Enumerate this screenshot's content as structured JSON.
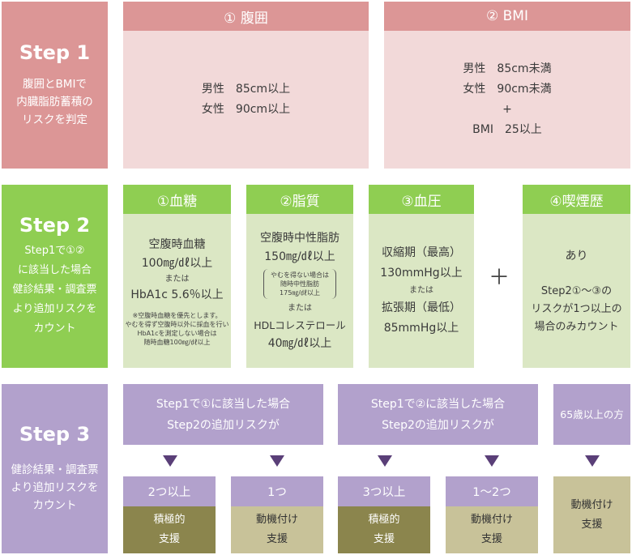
{
  "step1": {
    "title": "Step 1",
    "desc": [
      "腹囲とBMIで",
      "内臓脂肪蓄積の",
      "リスクを判定"
    ],
    "waist": {
      "header": "① 腹囲",
      "lines": [
        "男性　85cm以上",
        "女性　90cm以上"
      ]
    },
    "bmi": {
      "header": "② BMI",
      "lines": [
        "男性　85cm未満",
        "女性　90cm未満",
        "+",
        "BMI　25以上"
      ]
    }
  },
  "step2": {
    "title": "Step 2",
    "desc": [
      "Step1で①②",
      "に該当した場合",
      "健診結果・調査票",
      "より追加リスクを",
      "カウント"
    ],
    "sugar": {
      "header": "①血糖",
      "lines": [
        "空腹時血糖",
        "100㎎/㎗以上",
        "または",
        "HbA1c 5.6％以上"
      ],
      "notes": [
        "※空腹時血糖を優先とします。",
        "やむを得ず空腹時以外に採血を行い",
        "HbA1cを測定しない場合は",
        "随時血糖100㎎/㎗以上"
      ]
    },
    "lipid": {
      "header": "②脂質",
      "lines": [
        "空腹時中性脂肪",
        "150㎎/㎗以上"
      ],
      "bracket": [
        "やむを得ない場合は",
        "随時中性脂肪",
        "175㎎/㎗以上"
      ],
      "lines2": [
        "または",
        "HDLコレステロール",
        "40㎎/㎗以上"
      ]
    },
    "pressure": {
      "header": "③血圧",
      "lines": [
        "収縮期（最高）",
        "130mmHg以上",
        "または",
        "拡張期（最低）",
        "85mmHg以上"
      ]
    },
    "plus": "＋",
    "smoking": {
      "header": "④喫煙歴",
      "lines": [
        "あり"
      ],
      "lines2": [
        "Step2①～③の",
        "リスクが1つ以上の",
        "場合のみカウント"
      ]
    }
  },
  "step3": {
    "title": "Step 3",
    "desc": [
      "健診結果・調査票",
      "より追加リスクを",
      "カウント"
    ],
    "group1": [
      "Step1で①に該当した場合",
      "Step2の追加リスクが"
    ],
    "group2": [
      "Step1で②に該当した場合",
      "Step2の追加リスクが"
    ],
    "group3": [
      "65歳以上の方"
    ],
    "results": [
      {
        "count": "2つ以上",
        "support": [
          "積極的",
          "支援"
        ]
      },
      {
        "count": "1つ",
        "support": [
          "動機付け",
          "支援"
        ]
      },
      {
        "count": "3つ以上",
        "support": [
          "積極的",
          "支援"
        ]
      },
      {
        "count": "1～2つ",
        "support": [
          "動機付け",
          "支援"
        ]
      },
      {
        "count": "",
        "support": [
          "動機付け",
          "支援"
        ]
      }
    ]
  },
  "colors": {
    "step1_dark": "#dc9696",
    "step1_light": "#f2d9d9",
    "step2_dark": "#8fce52",
    "step2_light": "#dbe7c4",
    "step3_dark": "#b2a1cc",
    "arrow": "#5a3f78",
    "active_support": "#8b854d",
    "motivation_support": "#c8c299"
  }
}
